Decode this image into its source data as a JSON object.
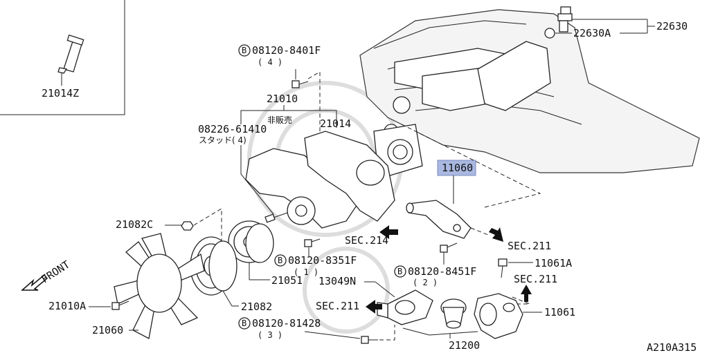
{
  "labels": {
    "p21014Z": "21014Z",
    "b84014F": "08120-8401F",
    "q4": "( 4 )",
    "p21010": "21010",
    "nonsale": "非販売",
    "p21014": "21014",
    "p08226": "08226-61410",
    "stud": "スタッド( 4)",
    "p22630": "22630",
    "p22630A": "22630A",
    "p11060": "11060",
    "p21082C": "21082C",
    "sec214": "SEC.214",
    "sec211a": "SEC.211",
    "b8351F": "08120-8351F",
    "q1": "( 1 )",
    "p21051": "21051",
    "p11061A": "11061A",
    "sec211b": "SEC.211",
    "b8451F": "08120-8451F",
    "q2": "( 2 )",
    "p13049N": "13049N",
    "sec211c": "SEC.211",
    "p11061": "11061",
    "p21082": "21082",
    "p21010A": "21010A",
    "b81428": "08120-81428",
    "q3": "( 3 )",
    "p21060": "21060",
    "p21200": "21200",
    "front": "FRONT",
    "ref": "A210A315",
    "bolt_mark": "B"
  },
  "highlight_color": "#a9b8e0"
}
